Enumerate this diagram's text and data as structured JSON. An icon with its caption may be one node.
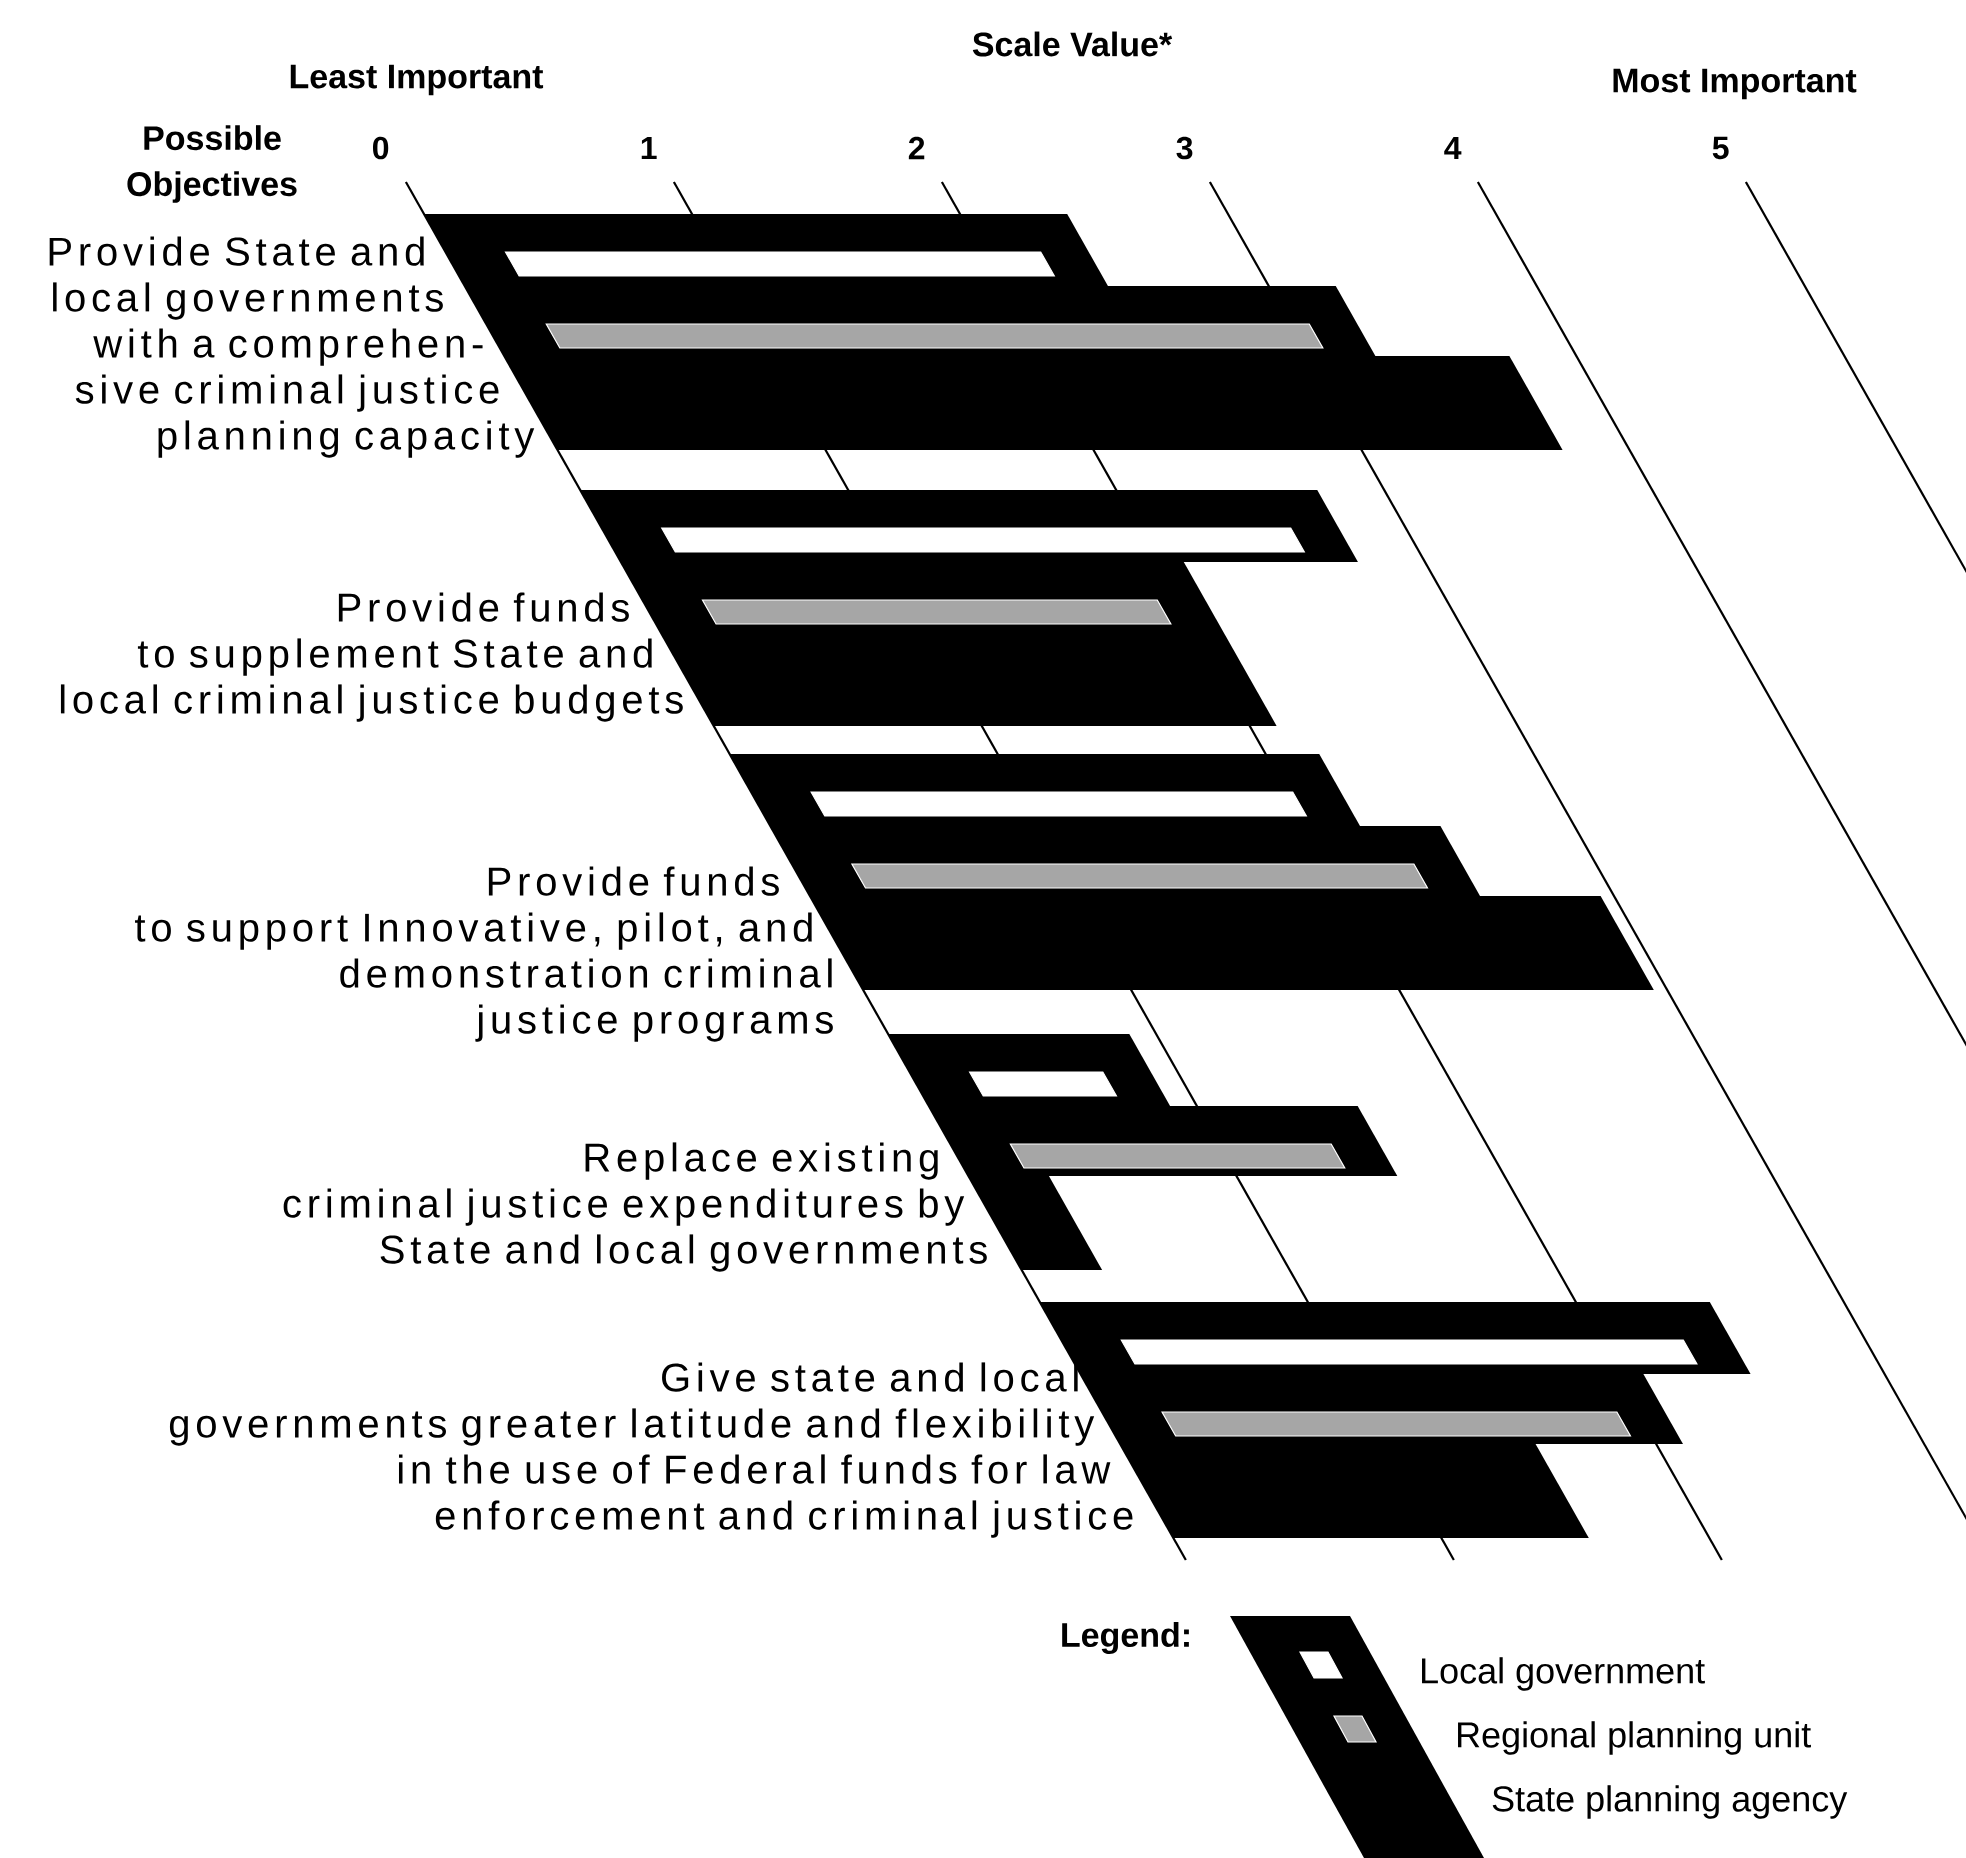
{
  "diagram": {
    "labels": [
      "Scale Value*",
      "Least Important",
      "Most Important",
      "Possible Objectives",
      "0",
      "1",
      "2",
      "3",
      "4",
      "5",
      "Provide State and local governments with a comprehen- sive criminal justice planning capacity",
      "Provide funds to supplement State and local criminal justice budgets",
      "Provide funds to support Innovative, pilot, and demonstration criminal justice programs",
      "Replace existing criminal justice expenditures by State and local governments",
      "Give state and local governments greater latitude and flexibility in the use of Federal funds for law enforcement and criminal justice",
      "Legend:"
    ],
    "legend": [
      {
        "text": "Local government",
        "color": "#ffffff"
      },
      {
        "text": "Regional planning unit",
        "color": "#a6a6a6"
      },
      {
        "text": "State planning agency",
        "color": "#000000"
      }
    ]
  }
}
